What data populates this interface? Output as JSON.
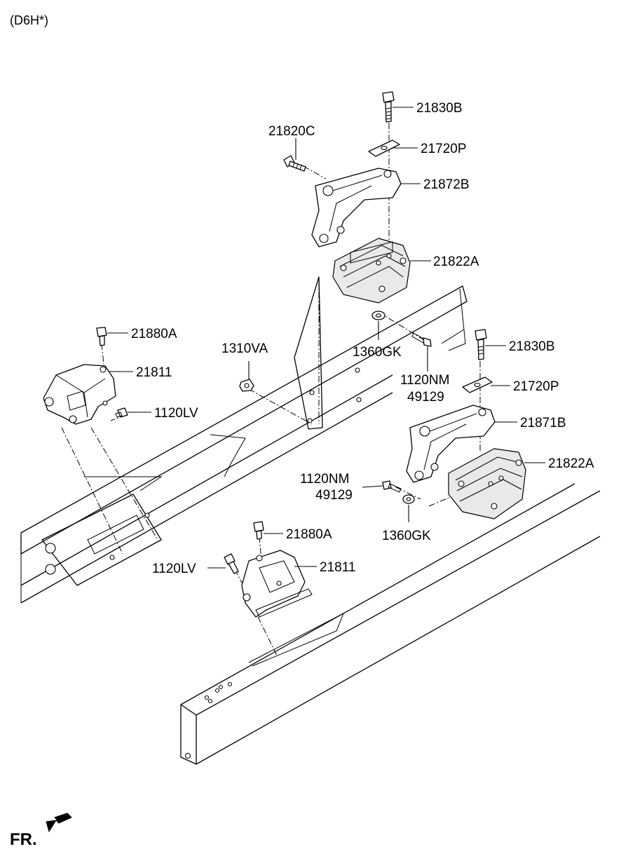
{
  "header": {
    "variant": "(D6H*)"
  },
  "footer": {
    "direction": "FR."
  },
  "labels": {
    "upper_bolt": "21830B",
    "upper_washer_plate": "21720P",
    "upper_bracket": "21872B",
    "upper_bracket_bolt": "21820C",
    "upper_insulator": "21822A",
    "upper_washer": "1360GK",
    "upper_nut_code": "1120NM",
    "upper_nut_code2": "49129",
    "frame_nut": "1310VA",
    "left_bolt": "21880A",
    "left_bracket": "21811",
    "left_flange_bolt": "1120LV",
    "right_bolt": "21830B",
    "right_washer_plate": "21720P",
    "right_bracket": "21871B",
    "right_insulator": "21822A",
    "right_nut_code": "1120NM",
    "right_nut_code2": "49129",
    "right_washer": "1360GK",
    "lower_bolt": "21880A",
    "lower_flange_bolt": "1120LV",
    "lower_bracket": "21811"
  }
}
